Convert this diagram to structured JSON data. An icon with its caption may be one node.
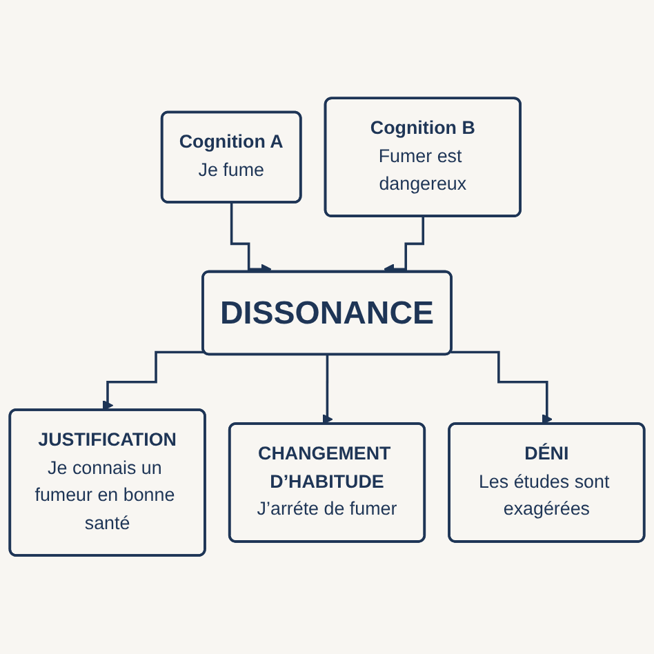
{
  "diagram": {
    "nodes": [
      {
        "text": [
          "Cognition A",
          "Je fume"
        ]
      },
      {
        "text": [
          "Cognition B",
          "Fumer est dangereux"
        ]
      },
      {
        "text": [
          "DISSONANCE"
        ]
      },
      {
        "text": [
          "JUSTIFICATION",
          "Je connais un fumeur en bonne santé"
        ]
      },
      {
        "text": [
          "CHANGEMENT D’HABITUDE",
          "J’arréte de fumer"
        ]
      },
      {
        "text": [
          "DÉNI",
          "Les études sont exagérées"
        ]
      }
    ],
    "edges": [
      {
        "from": 0,
        "to": 2,
        "arrow": "to"
      },
      {
        "from": 1,
        "to": 2,
        "arrow": "to"
      },
      {
        "from": 2,
        "to": 3,
        "arrow": "to"
      },
      {
        "from": 2,
        "to": 4,
        "arrow": "to"
      },
      {
        "from": 2,
        "to": 5,
        "arrow": "to"
      }
    ]
  }
}
